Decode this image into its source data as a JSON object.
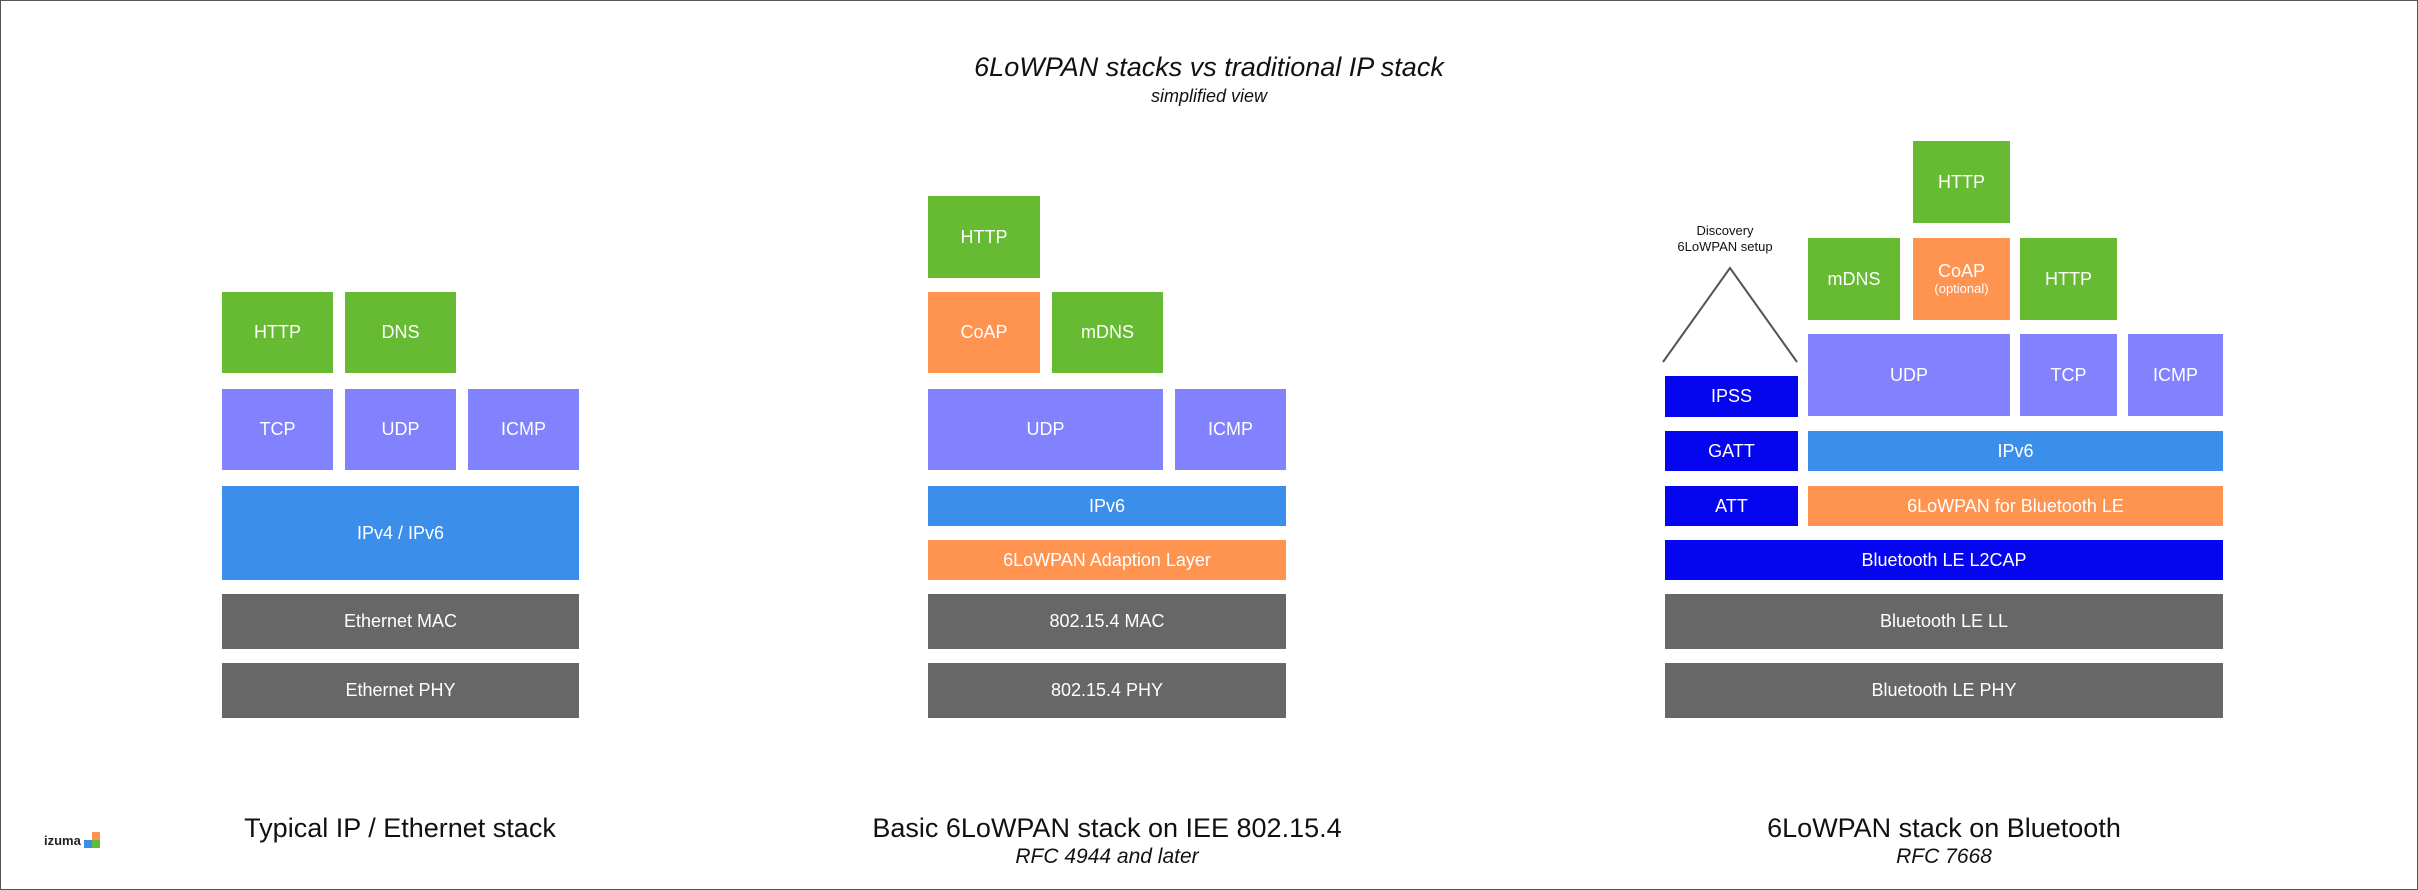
{
  "header": {
    "title": "6LoWPAN stacks vs traditional IP stack",
    "subtitle": "simplified view"
  },
  "stack_ip": {
    "caption": "Typical IP / Ethernet stack",
    "http": "HTTP",
    "dns": "DNS",
    "tcp": "TCP",
    "udp": "UDP",
    "icmp": "ICMP",
    "ip": "IPv4 / IPv6",
    "mac": "Ethernet MAC",
    "phy": "Ethernet PHY"
  },
  "stack_802154": {
    "caption": "Basic 6LoWPAN stack on IEE 802.15.4",
    "caption_sub": "RFC 4944 and later",
    "http": "HTTP",
    "coap": "CoAP",
    "mdns": "mDNS",
    "udp": "UDP",
    "icmp": "ICMP",
    "ipv6": "IPv6",
    "adaption": "6LoWPAN Adaption Layer",
    "mac": "802.15.4 MAC",
    "phy": "802.15.4 PHY"
  },
  "stack_ble": {
    "caption": "6LoWPAN stack on Bluetooth",
    "caption_sub": "RFC 7668",
    "discovery_line1": "Discovery",
    "discovery_line2": "6LoWPAN setup",
    "http_top": "HTTP",
    "mdns": "mDNS",
    "coap": "CoAP",
    "coap_note": "(optional)",
    "http": "HTTP",
    "udp": "UDP",
    "tcp": "TCP",
    "icmp": "ICMP",
    "ipss": "IPSS",
    "gatt": "GATT",
    "att": "ATT",
    "ipv6": "IPv6",
    "sixlowpan": "6LoWPAN for Bluetooth LE",
    "l2cap": "Bluetooth LE L2CAP",
    "ll": "Bluetooth LE LL",
    "phy": "Bluetooth LE PHY"
  },
  "logo": {
    "text": "izuma"
  },
  "colors": {
    "application": "#66bb33",
    "coap_adaption": "#ff9350",
    "transport": "#8282ff",
    "network": "#3b8eea",
    "link_phy": "#676767",
    "bluetooth_host": "#0505f0"
  }
}
